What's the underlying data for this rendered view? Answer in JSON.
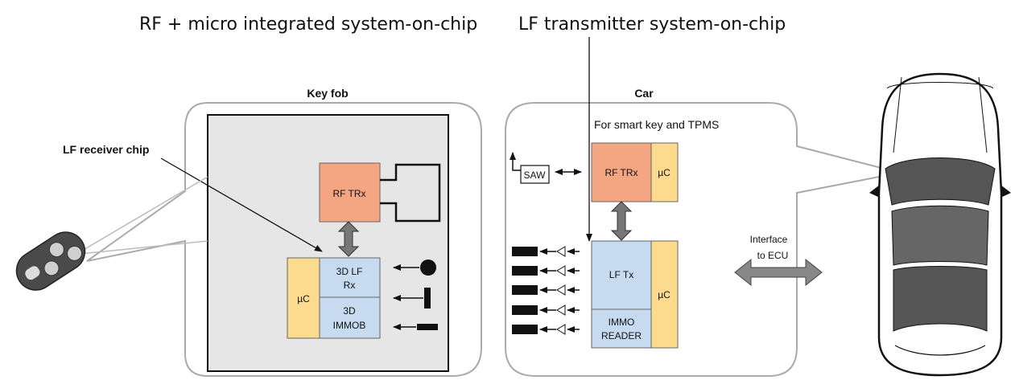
{
  "titles": {
    "left": "RF + micro integrated system-on-chip",
    "right": "LF transmitter system-on-chip"
  },
  "keyfob": {
    "heading": "Key fob",
    "callout": "LF receiver chip",
    "rf_block": "RF TRx",
    "uc_block": "µC",
    "lf_rx_line1": "3D LF",
    "lf_rx_line2": "Rx",
    "immob_line1": "3D",
    "immob_line2": "IMMOB"
  },
  "car": {
    "heading": "Car",
    "subtitle": "For smart key and TPMS",
    "saw_block": "SAW",
    "rf_block": "RF TRx",
    "uc_top": "µC",
    "lf_tx_block": "LF Tx",
    "uc_bottom": "µC",
    "immo_line1": "IMMO",
    "immo_line2": "READER",
    "interface_line1": "Interface",
    "interface_line2": "to ECU"
  },
  "colors": {
    "rf_block": "#f4a582",
    "uc_block": "#fddb8e",
    "lf_block": "#c6dbef",
    "panel_fill": "#e6e6e6",
    "car_body": "#555555"
  }
}
